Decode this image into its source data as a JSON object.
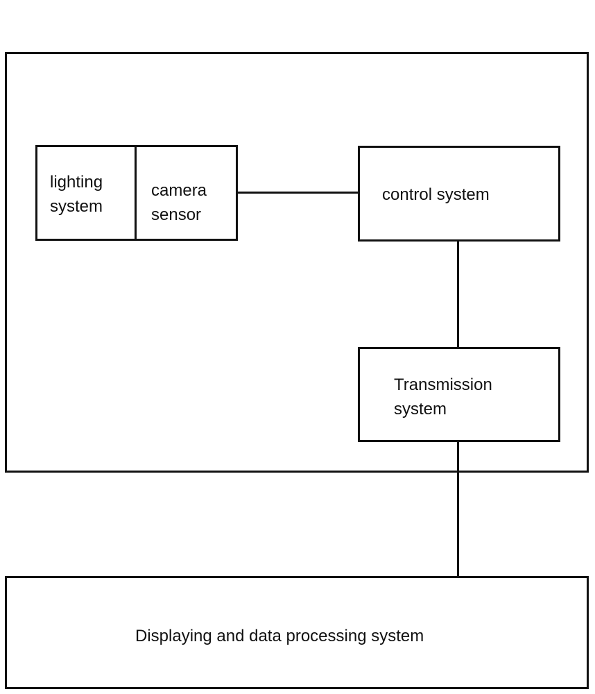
{
  "diagram": {
    "lighting_system": [
      "lighting",
      "system"
    ],
    "camera_sensor": [
      "camera",
      "sensor"
    ],
    "control_system": "control system",
    "transmission_system": [
      "Transmission",
      "system"
    ],
    "display_system": "Displaying and data processing system"
  }
}
